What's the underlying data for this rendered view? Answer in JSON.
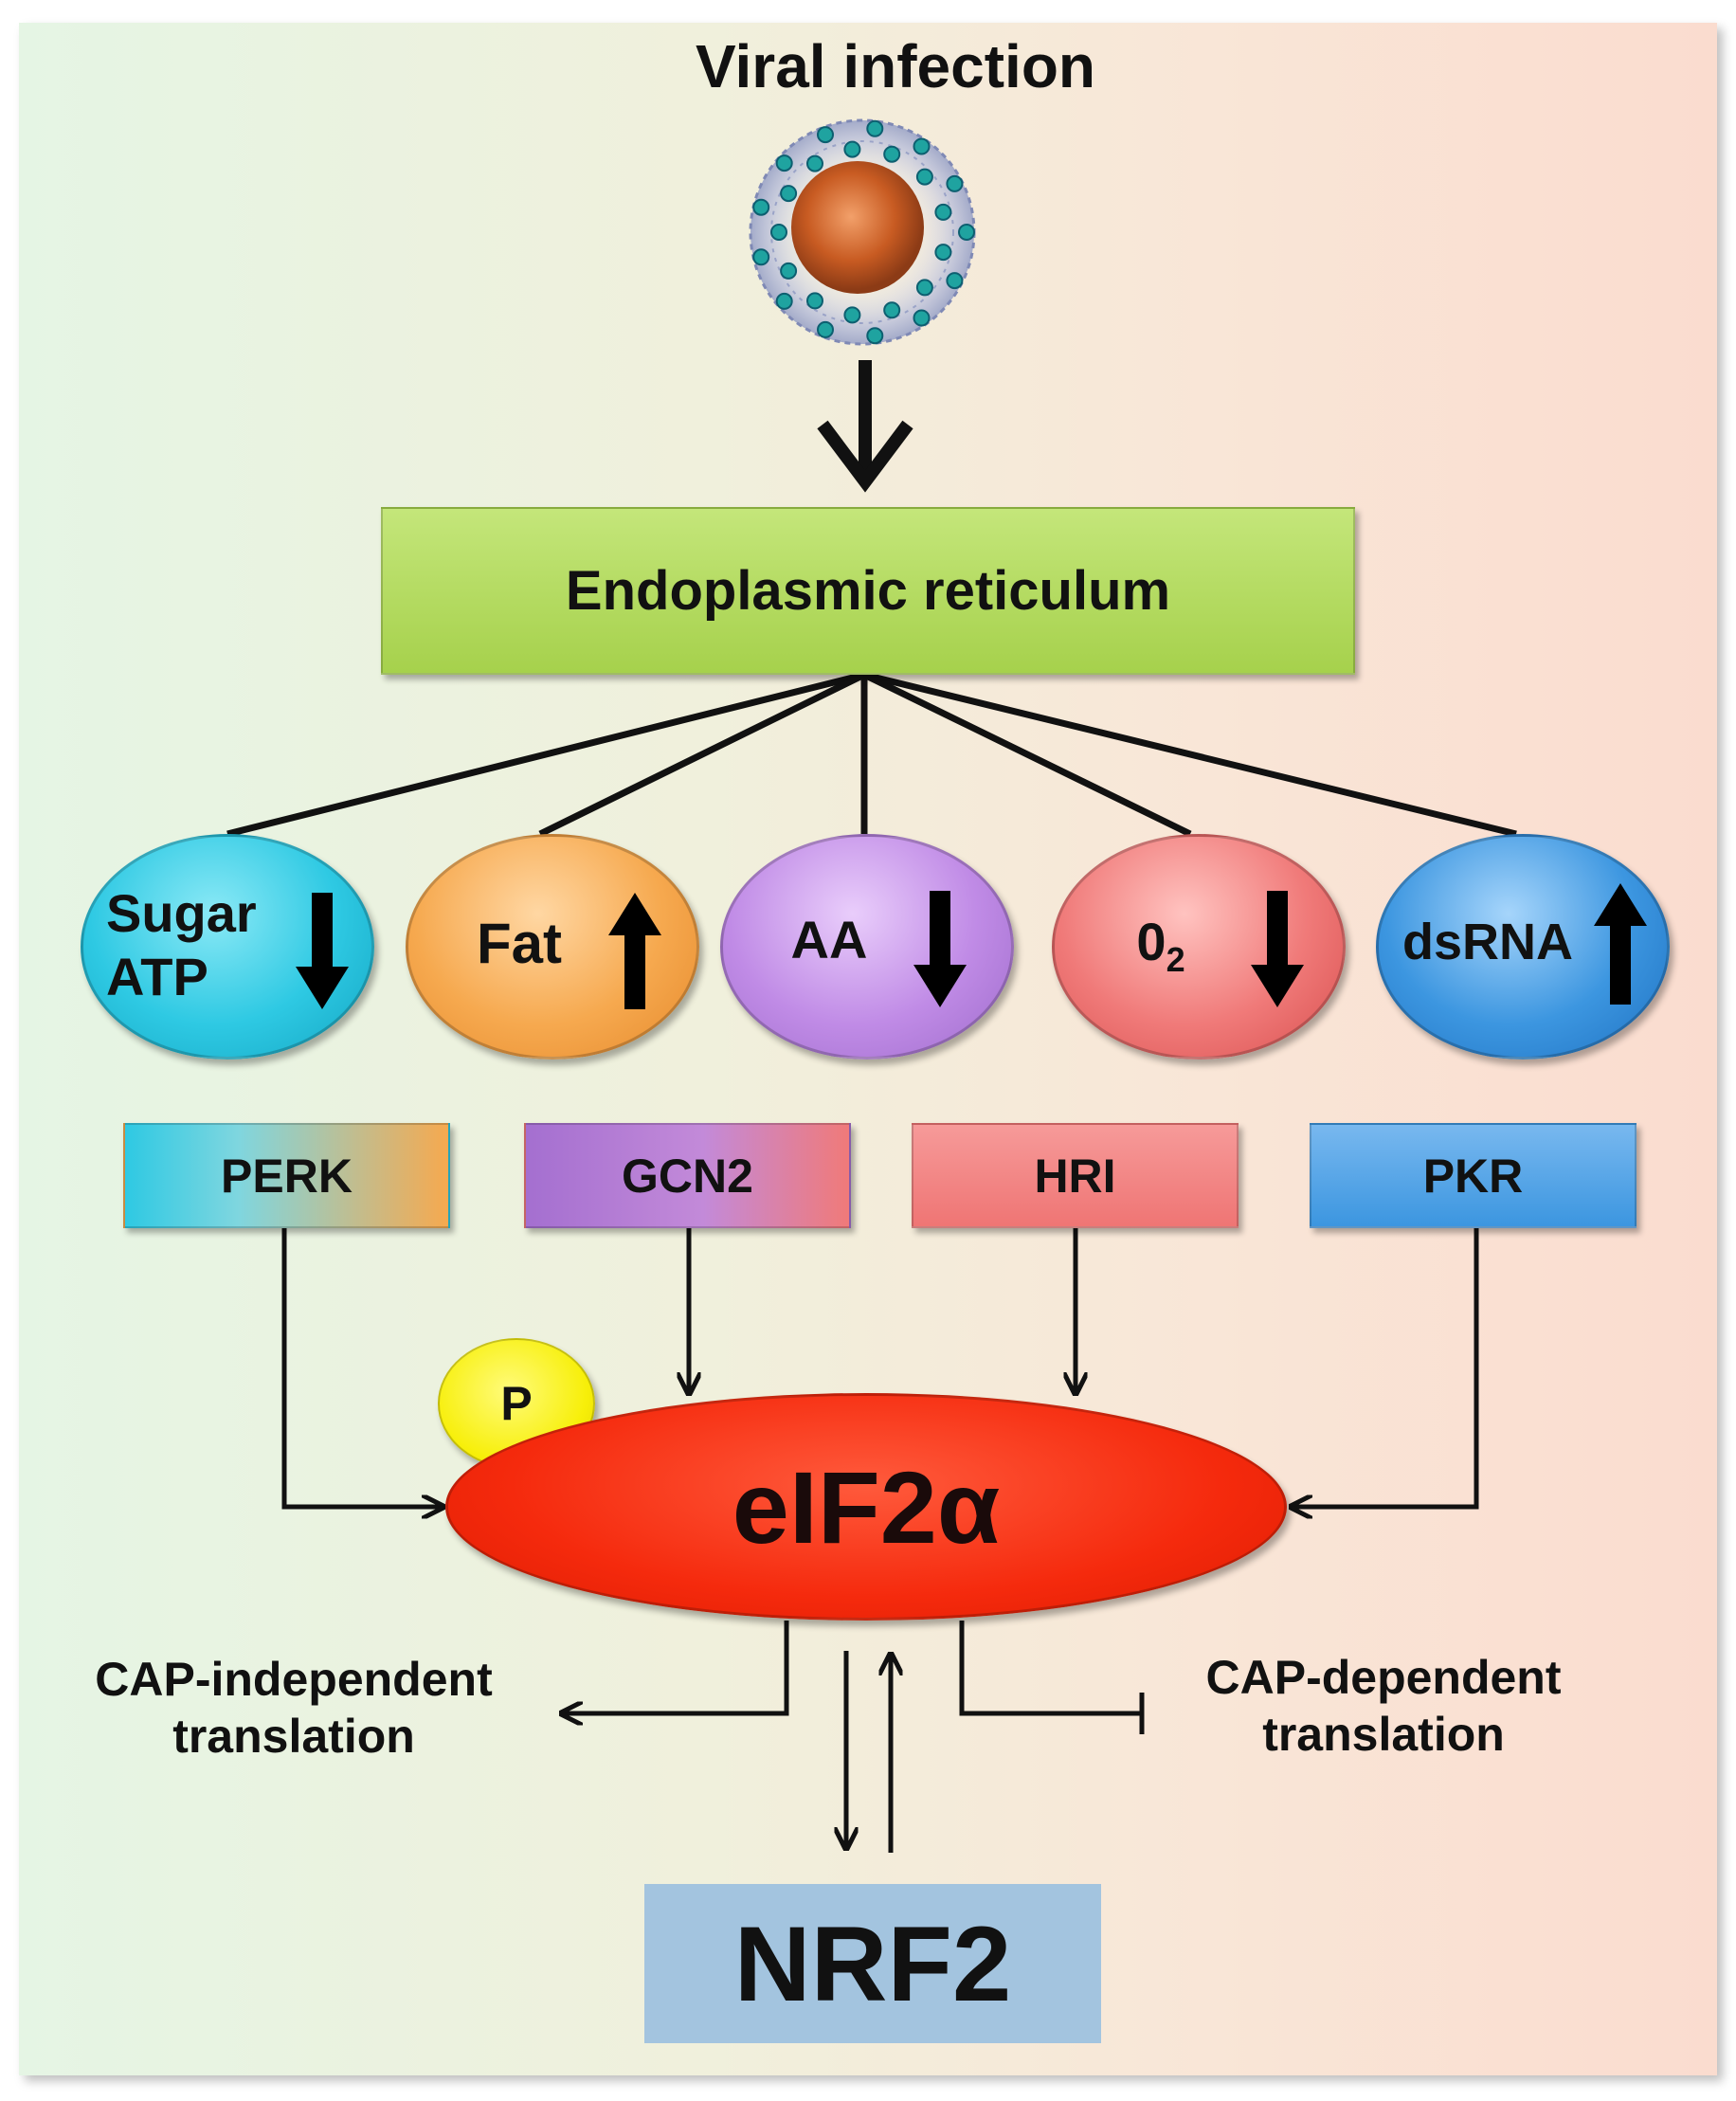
{
  "title": "Viral infection",
  "er_label": "Endoplasmic reticulum",
  "stressors": {
    "sugar_atp": {
      "line1": "Sugar",
      "line2": "ATP",
      "direction": "down",
      "color": "#2ec9e3"
    },
    "fat": {
      "label": "Fat",
      "direction": "up",
      "color": "#f6a94f"
    },
    "aa": {
      "label": "AA",
      "direction": "down",
      "color": "#c08be6"
    },
    "o2": {
      "label": "0",
      "subscript": "2",
      "direction": "down",
      "color": "#f07a79"
    },
    "dsrna": {
      "label": "dsRNA",
      "direction": "up",
      "color": "#3c96e0"
    }
  },
  "kinases": {
    "perk": "PERK",
    "gcn2": "GCN2",
    "hri": "HRI",
    "pkr": "PKR"
  },
  "phospho": "P",
  "eif2a": "eIF2α",
  "cap_independent": {
    "line1": "CAP-independent",
    "line2": "translation"
  },
  "cap_dependent": {
    "line1": "CAP-dependent",
    "line2": "translation"
  },
  "nrf2": "NRF2",
  "colors": {
    "er_box": "#a6d14c",
    "eif2a": "#f52a0d",
    "phospho": "#f7ef09",
    "nrf2_box": "#a3c4df"
  },
  "icons": {
    "virus": "virus-particle-icon",
    "arrow_up": "up-arrow-icon",
    "arrow_down": "down-arrow-icon"
  }
}
